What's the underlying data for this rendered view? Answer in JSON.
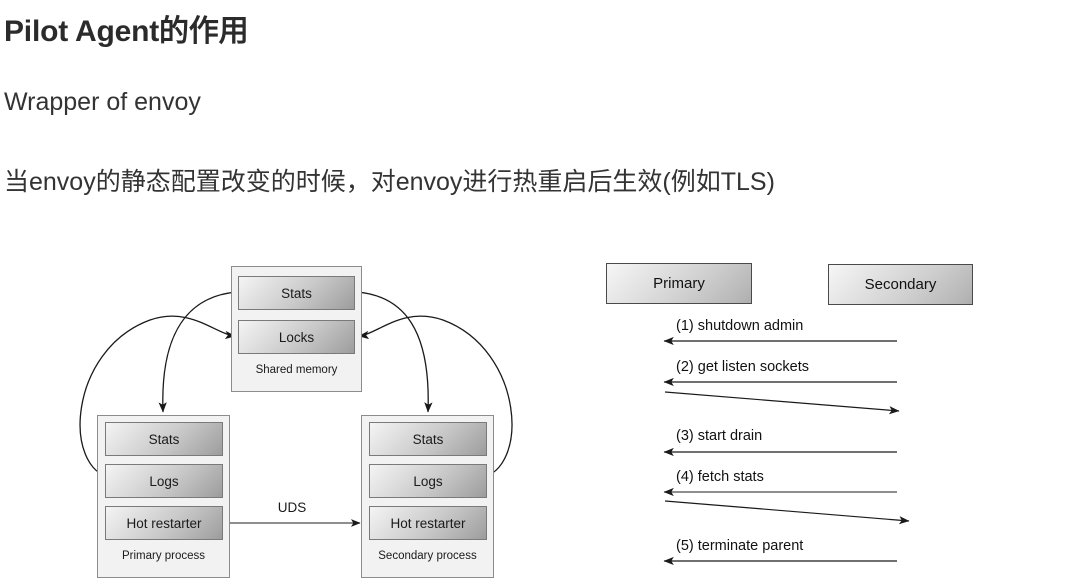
{
  "slide": {
    "title": "Pilot Agent的作用",
    "line1": "Wrapper of envoy",
    "line2": "当envoy的静态配置改变的时候，对envoy进行热重启后生效(例如TLS)"
  },
  "architecture_diagram": {
    "shared_memory": {
      "caption": "Shared memory",
      "blocks": [
        {
          "label": "Stats"
        },
        {
          "label": "Locks"
        }
      ]
    },
    "primary_process": {
      "caption": "Primary process",
      "blocks": [
        {
          "label": "Stats"
        },
        {
          "label": "Logs"
        },
        {
          "label": "Hot restarter"
        }
      ]
    },
    "secondary_process": {
      "caption": "Secondary process",
      "blocks": [
        {
          "label": "Stats"
        },
        {
          "label": "Logs"
        },
        {
          "label": "Hot restarter"
        }
      ]
    },
    "connection_label": "UDS"
  },
  "sequence_diagram": {
    "actors": [
      {
        "label": "Primary"
      },
      {
        "label": "Secondary"
      }
    ],
    "messages": [
      {
        "label": "(1) shutdown admin",
        "direction": "right-to-left"
      },
      {
        "label": "(2) get listen sockets",
        "direction": "right-to-left"
      },
      {
        "label": "",
        "direction": "left-to-right-diagonal"
      },
      {
        "label": "(3) start drain",
        "direction": "right-to-left"
      },
      {
        "label": "(4) fetch stats",
        "direction": "right-to-left"
      },
      {
        "label": "",
        "direction": "left-to-right-diagonal"
      },
      {
        "label": "(5) terminate parent",
        "direction": "right-to-left"
      }
    ]
  },
  "colors": {
    "text": "#2b2b2b",
    "box_border": "#8c8c8c",
    "box_fill": "#f2f2f2",
    "arrow": "#1a1a1a"
  }
}
